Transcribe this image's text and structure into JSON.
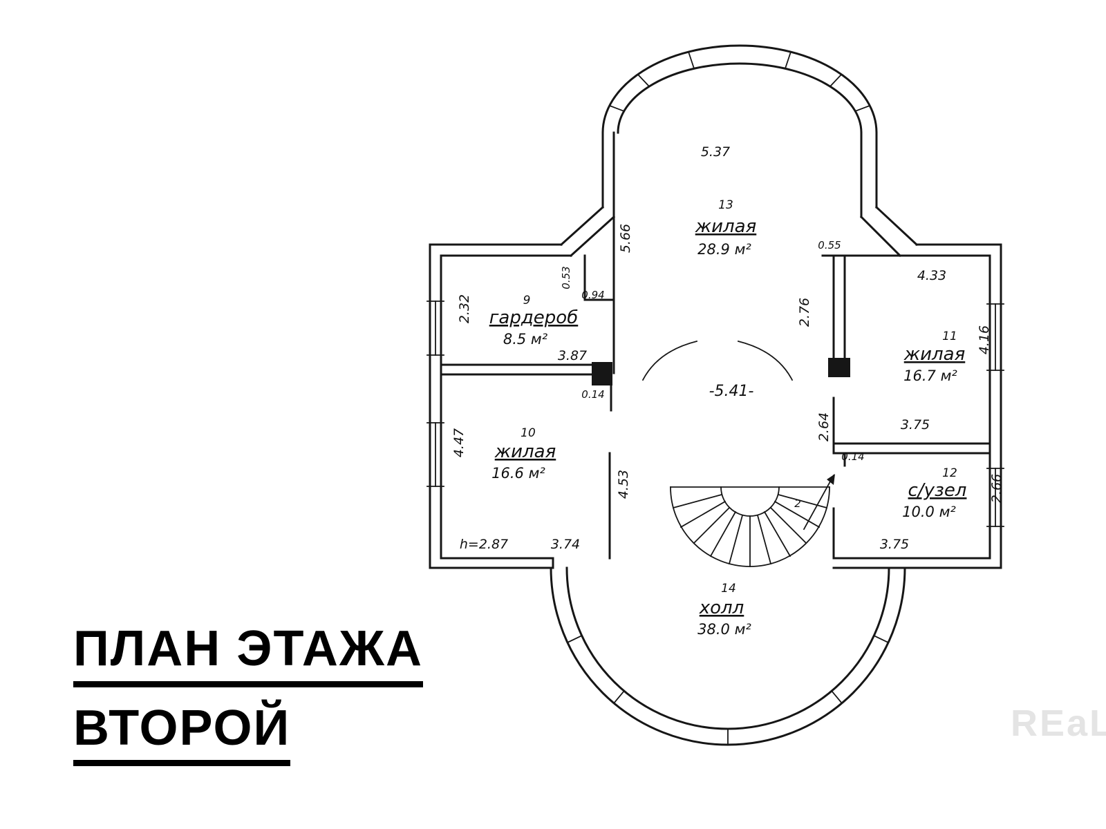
{
  "title": {
    "line1": "ПЛАН ЭТАЖА",
    "line2": "ВТОРОЙ"
  },
  "watermark": "REaLT",
  "plan": {
    "rooms": [
      {
        "number": "13",
        "name": "жилая",
        "area": "28.9 м²"
      },
      {
        "number": "9",
        "name": "гардероб",
        "area": "8.5 м²"
      },
      {
        "number": "11",
        "name": "жилая",
        "area": "16.7 м²"
      },
      {
        "number": "10",
        "name": "жилая",
        "area": "16.6 м²"
      },
      {
        "number": "12",
        "name": "с/узел",
        "area": "10.0 м²"
      },
      {
        "number": "14",
        "name": "холл",
        "area": "38.0 м²"
      }
    ],
    "dims": {
      "arch_width": "5.37",
      "room13_left": "5.66",
      "gap_055": "0.55",
      "room11_width": "4.33",
      "room9_height": "2.32",
      "step_053": "0.53",
      "step_094": "0.94",
      "room13_right": "2.76",
      "room11_height": "4.16",
      "room9_width": "3.87",
      "wall_014_left": "0.14",
      "hall_opening": "-5.41-",
      "room12_upper": "2.64",
      "room11_bottom": "3.75",
      "wall_014_right": "0.14",
      "room10_height": "4.47",
      "room10_right": "4.53",
      "room10_width": "3.74",
      "ceiling_height": "h=2.87",
      "room12_bottom": "3.75",
      "room12_right": "2.66",
      "stair_mark": "2"
    }
  }
}
